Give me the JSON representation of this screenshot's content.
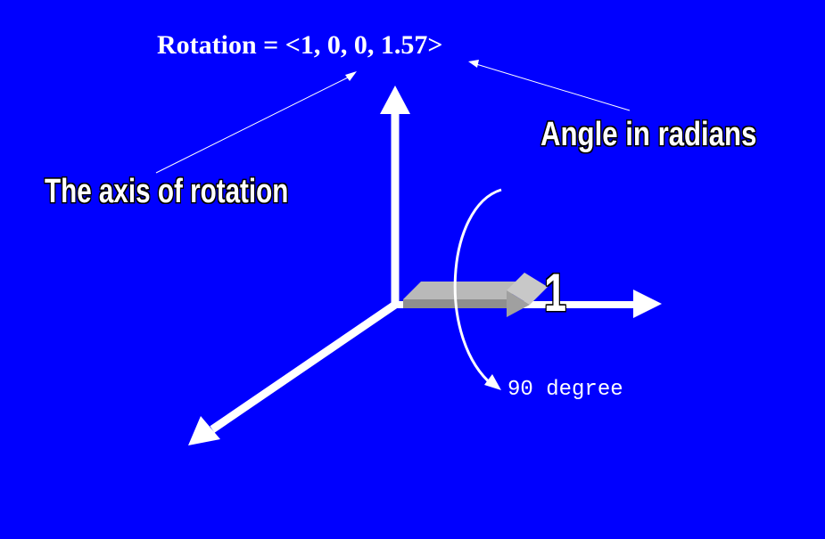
{
  "title": "Rotation = <1, 0, 0, 1.57>",
  "annotations": {
    "angle": "Angle in radians",
    "axis": "The axis of rotation",
    "unit_x": "1",
    "rotation_amount": "90 degree"
  },
  "colors": {
    "background": "#0000ff",
    "axes": "#ffffff",
    "vector_top": "#b4b4b4",
    "vector_side": "#8c8c8c",
    "leader_lines": "#ffffff"
  }
}
